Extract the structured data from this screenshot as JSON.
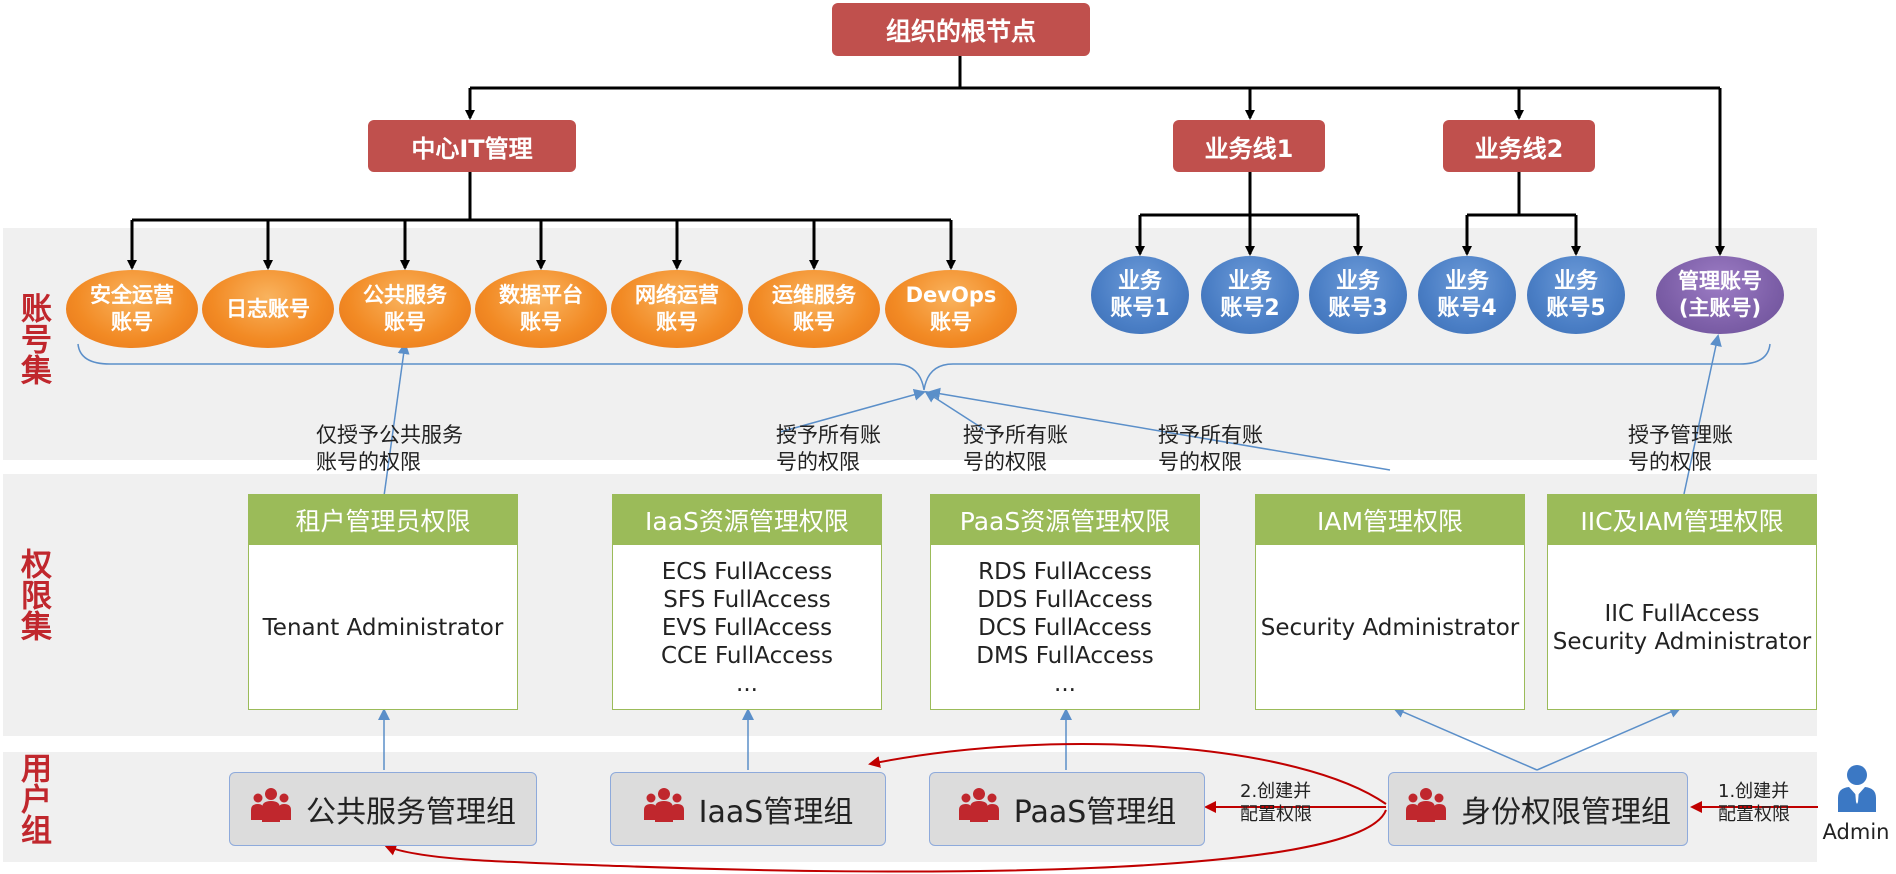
{
  "root": {
    "label": "组织的根节点"
  },
  "level1": {
    "central_it": "中心IT管理",
    "biz_line_1": "业务线1",
    "biz_line_2": "业务线2"
  },
  "bands": {
    "accounts": "账号集",
    "permissions": "权限集",
    "users": "用户组"
  },
  "accounts": {
    "security_ops": "安全运营\n账号",
    "log": "日志账号",
    "public_service": "公共服务\n账号",
    "data_platform": "数据平台\n账号",
    "network_ops": "网络运营\n账号",
    "ops_service": "运维服务\n账号",
    "devops": "DevOps\n账号",
    "biz_1": "业务\n账号1",
    "biz_2": "业务\n账号2",
    "biz_3": "业务\n账号3",
    "biz_4": "业务\n账号4",
    "biz_5": "业务\n账号5",
    "management": "管理账号\n(主账号)"
  },
  "grants": {
    "public_only": "仅授予公共服务\n账号的权限",
    "all_1": "授予所有账\n号的权限",
    "all_2": "授予所有账\n号的权限",
    "all_3": "授予所有账\n号的权限",
    "management_only": "授予管理账\n号的权限"
  },
  "permission_sets": [
    {
      "title": "租户管理员权限",
      "policies": [
        "Tenant Administrator"
      ]
    },
    {
      "title": "IaaS资源管理权限",
      "policies": [
        "ECS FullAccess",
        "SFS FullAccess",
        "EVS FullAccess",
        "CCE FullAccess",
        "..."
      ]
    },
    {
      "title": "PaaS资源管理权限",
      "policies": [
        "RDS FullAccess",
        "DDS FullAccess",
        "DCS FullAccess",
        "DMS FullAccess",
        "..."
      ]
    },
    {
      "title": "IAM管理权限",
      "policies": [
        "Security Administrator"
      ]
    },
    {
      "title": "IIC及IAM管理权限",
      "policies": [
        "IIC FullAccess",
        "Security Administrator"
      ]
    }
  ],
  "groups": {
    "public_service": "公共服务管理组",
    "iaas": "IaaS管理组",
    "paas": "PaaS管理组",
    "identity": "身份权限管理组"
  },
  "steps": {
    "step1": "1.创建并\n配置权限",
    "step2": "2.创建并\n配置权限"
  },
  "admin": {
    "label": "Admin"
  },
  "colors": {
    "red_box": "#c0504d",
    "orange_oval": "#f28a24",
    "blue_oval": "#4a7ec5",
    "purple_oval": "#7d5fa8",
    "perm_green": "#9bbb59",
    "band_gray": "#f0f0f0",
    "arrow_blue": "#5b8fc9",
    "arrow_red": "#c00000"
  }
}
